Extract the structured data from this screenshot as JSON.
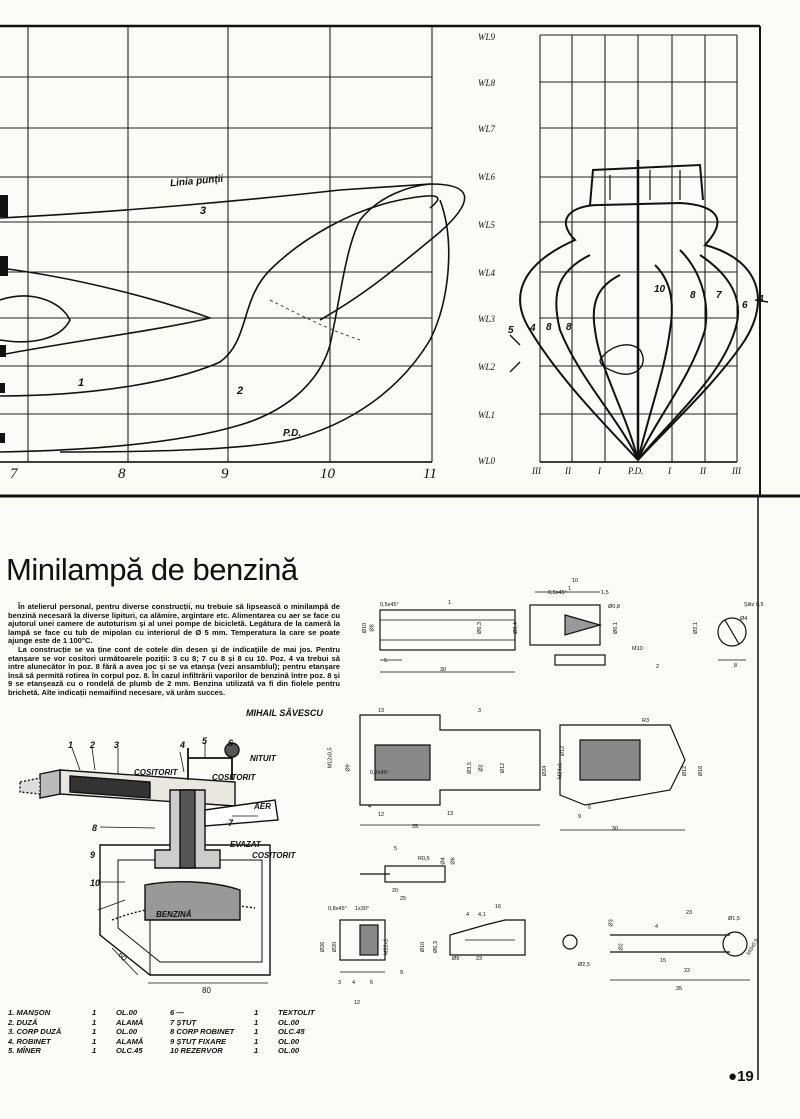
{
  "top_drawing": {
    "x_ticks": [
      "7",
      "8",
      "9",
      "10",
      "11"
    ],
    "curve_labels": [
      "Linia punții",
      "3",
      "1",
      "2",
      "P.D."
    ],
    "waterlines": [
      "WL9",
      "WL8",
      "WL7",
      "WL6",
      "WL5",
      "WL4",
      "WL3",
      "WL2",
      "WL1",
      "WL0"
    ],
    "section_ticks": [
      "III",
      "II",
      "I",
      "P.D.",
      "I",
      "II",
      "III"
    ],
    "section_numbers": [
      "5",
      "4",
      "8",
      "8",
      "10",
      "8",
      "7",
      "6",
      "4"
    ]
  },
  "article": {
    "title": "Minilampă de benzină",
    "paragraphs": [
      "În atelierul personal, pentru diverse construcții, nu trebuie să lipsească o minilampă de benzină necesară la diverse lipituri, ca alămire, argintare etc. Alimentarea cu aer se face cu ajutorul unei camere de autoturism și al unei pompe de bicicletă. Legătura de la cameră la lampă se face cu tub de mipolan cu interiorul de Ø 5 mm. Temperatura la care se poate ajunge este de 1 100°C.",
      "La construcție se va ține cont de cotele din desen și de indicațiile de mai jos. Pentru etanșare se vor cositori următoarele poziții: 3 cu 8; 7 cu 8 și 8 cu 10. Poz. 4 va trebui să intre alunecător în poz. 8 fără a avea joc și se va etanșa (vezi ansamblul); pentru etanșare însă să permită rotirea în corpul poz. 8. În cazul infiltrării vaporilor de benzină între poz. 8 și 9 se etanșează cu o rondelă de plumb de 2 mm. Benzina utilizată va fi din fiolele pentru brichetă. Alte indicații nemaifiind necesare, vă urăm succes."
    ],
    "author": "MIHAIL SĂVESCU"
  },
  "assembly": {
    "callouts": [
      "1",
      "2",
      "3",
      "4",
      "5",
      "6",
      "7",
      "8",
      "9",
      "10"
    ],
    "notes": [
      "COSITORIT",
      "COSITORIT",
      "NITUIT",
      "AER",
      "EVAZAT",
      "COSITORIT",
      "BENZINĂ"
    ],
    "dims": [
      "60",
      "80"
    ]
  },
  "parts_list": [
    {
      "left": {
        "name": "1. MANȘON",
        "qty": "1",
        "material": "OL.00"
      },
      "right": {
        "name": "6 —",
        "qty": "1",
        "material": "TEXTOLIT"
      }
    },
    {
      "left": {
        "name": "2. DUZĂ",
        "qty": "1",
        "material": "ALAMĂ"
      },
      "right": {
        "name": "7 ȘTUȚ",
        "qty": "1",
        "material": "OL.00"
      }
    },
    {
      "left": {
        "name": "3. CORP DUZĂ",
        "qty": "1",
        "material": "OL.00"
      },
      "right": {
        "name": "8 CORP ROBINET",
        "qty": "1",
        "material": "OLC.45"
      }
    },
    {
      "left": {
        "name": "4. ROBINET",
        "qty": "1",
        "material": "ALAMĂ"
      },
      "right": {
        "name": "9 ȘTUȚ FIXARE",
        "qty": "1",
        "material": "OL.00"
      }
    },
    {
      "left": {
        "name": "5. MÎNER",
        "qty": "1",
        "material": "OLC.45"
      },
      "right": {
        "name": "10 REZERVOR",
        "qty": "1",
        "material": "OL.00"
      }
    }
  ],
  "detail_dims": {
    "manson": [
      "0,5x45°",
      "1",
      "30",
      "5",
      "Ø10",
      "Ø6,3",
      "Ø8"
    ],
    "duza": [
      "10",
      "1",
      "0,5x45°",
      "1,5",
      "Ø0,8",
      "Ø8,4",
      "Ø6,1",
      "2",
      "M10"
    ],
    "nut": [
      "Ø2,1",
      "Ø4",
      "8",
      "Șlitz 0,5"
    ],
    "corp_duza": [
      "13",
      "3",
      "M12x0,5",
      "Ø3,5",
      "Ø2",
      "0,2x45°",
      "Ø9",
      "Ø12",
      "4",
      "12",
      "35",
      "13"
    ],
    "robinet": [
      "R3",
      "Ø24",
      "Ø12",
      "M24x1",
      "6",
      "9",
      "30",
      "Ø16",
      "Ø12"
    ],
    "stut": [
      "5",
      "R0,5",
      "Ø4",
      "Ø6",
      "20",
      "25"
    ],
    "stut_fixare": [
      "0,8x45°",
      "1x30°",
      "Ø26",
      "Ø20",
      "M22x1",
      "9",
      "12",
      "3",
      "4",
      "6"
    ],
    "robinet_ax": [
      "16",
      "4",
      "Ø10",
      "Ø6,3",
      "Ø9",
      "4,1",
      "23",
      "Ø2,5"
    ],
    "miner": [
      "23",
      "4",
      "Ø3",
      "Ø2",
      "Ø1,5",
      "15",
      "22",
      "35",
      "M3x0,5"
    ]
  },
  "page_number": "19"
}
